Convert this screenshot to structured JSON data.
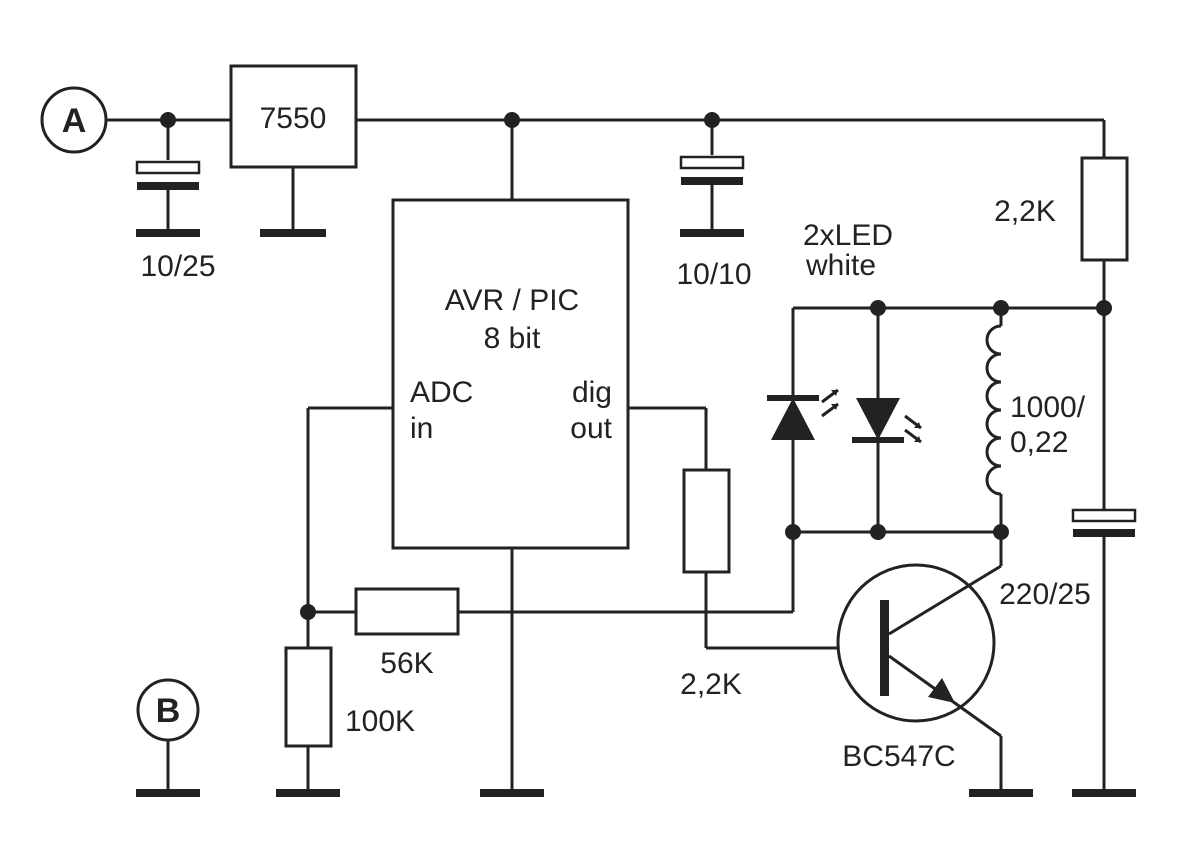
{
  "terminals": {
    "a": "A",
    "b": "B"
  },
  "regulator": {
    "label": "7550"
  },
  "mcu": {
    "title_line1": "AVR / PIC",
    "title_line2": "8 bit",
    "adc_line1": "ADC",
    "adc_line2": "in",
    "dig_line1": "dig",
    "dig_line2": "out"
  },
  "capacitors": {
    "input": "10/25",
    "output": "10/10",
    "storage": "220/25"
  },
  "resistors": {
    "pullup": "2,2K",
    "base": "2,2K",
    "divider_top": "56K",
    "divider_bottom": "100K"
  },
  "leds": {
    "line1": "2xLED",
    "line2": "white"
  },
  "inductor": {
    "line1": "1000/",
    "line2": "0,22"
  },
  "transistor": {
    "label": "BC547C"
  },
  "colors": {
    "ink": "#222222",
    "background": "#ffffff"
  }
}
